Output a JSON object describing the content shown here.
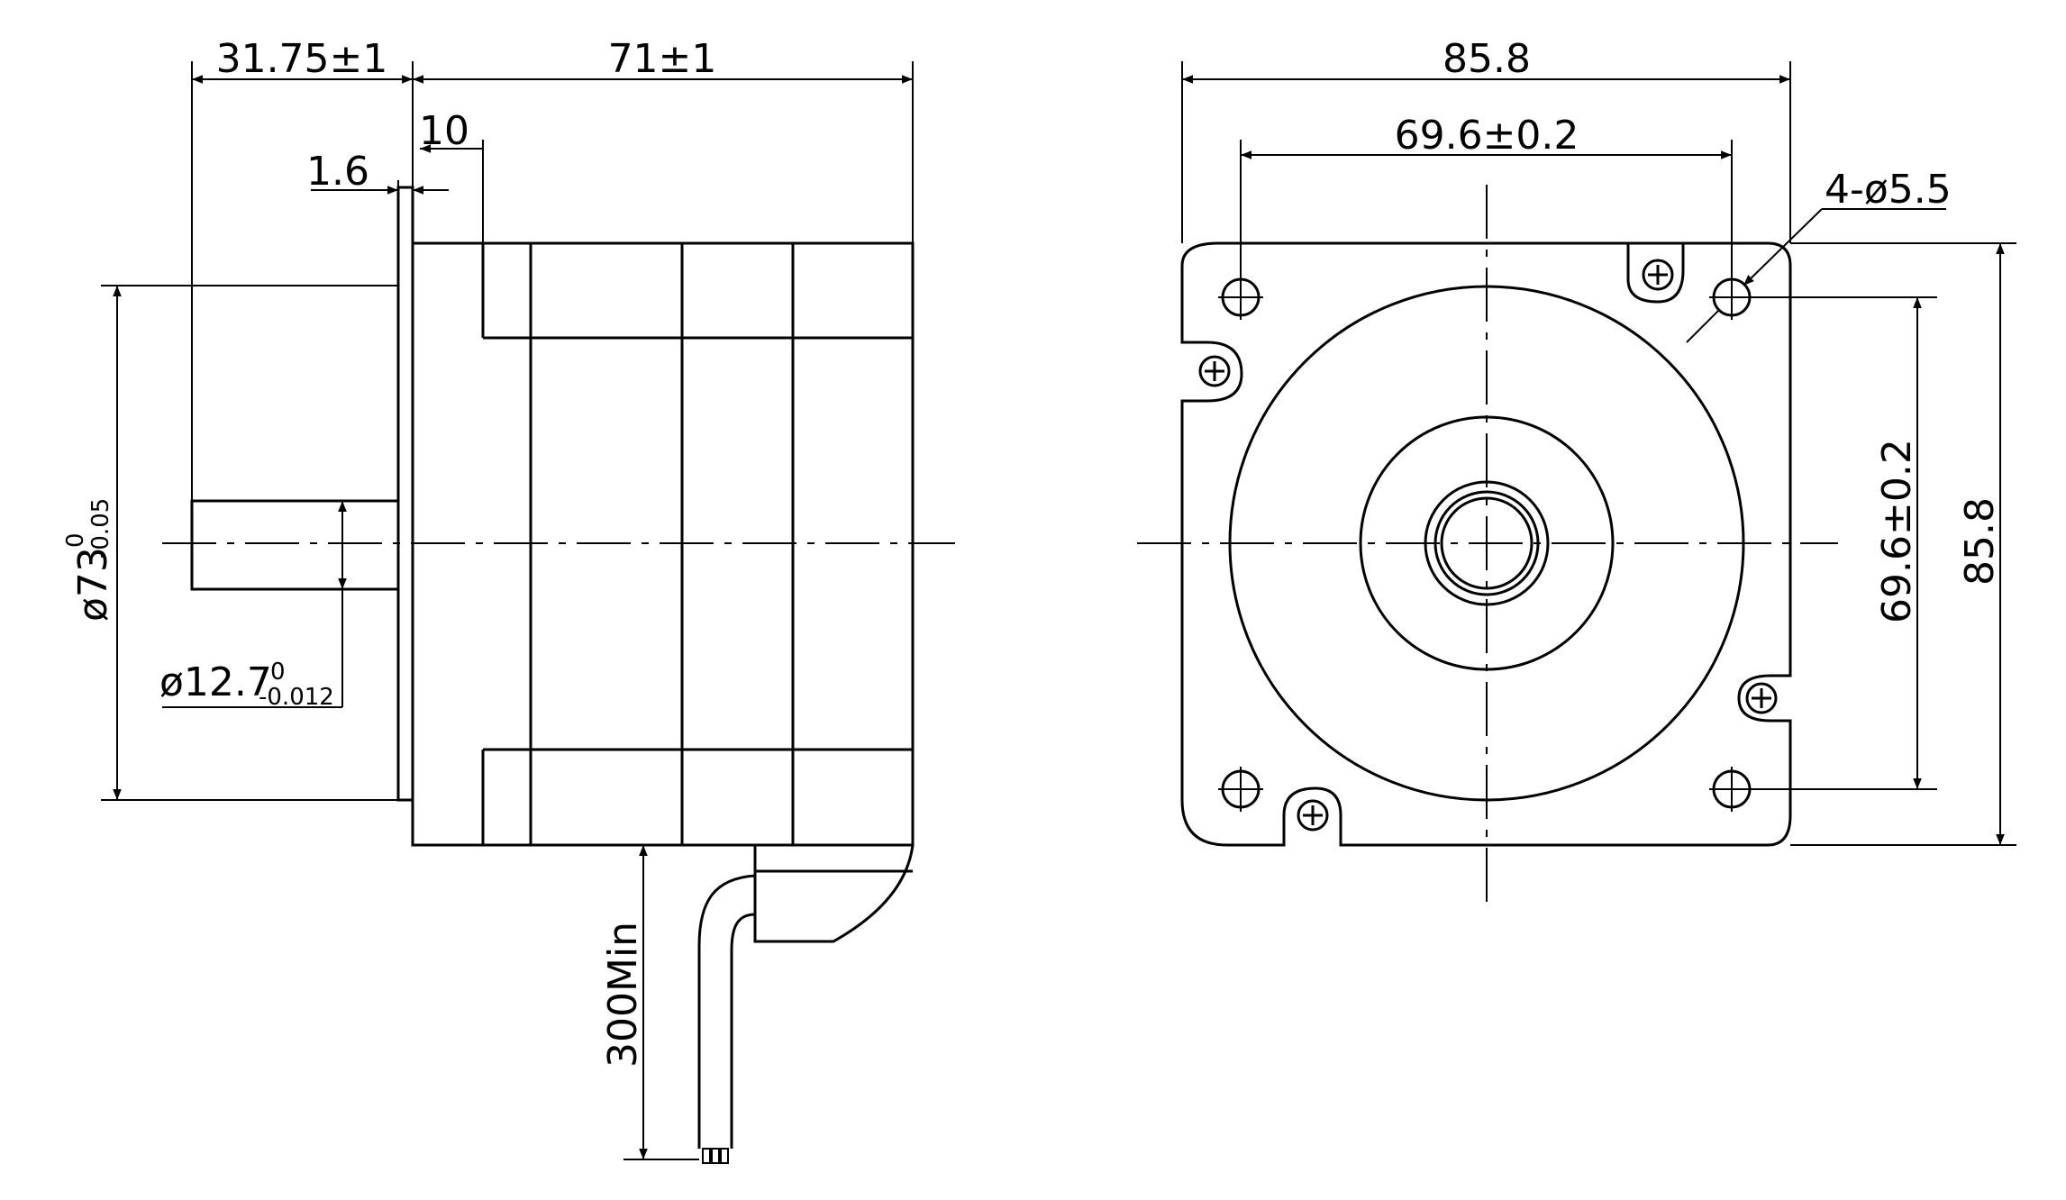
{
  "side_view": {
    "dims": {
      "shaft_length": "31.75±1",
      "body_length": "71±1",
      "flange": "10",
      "boss": "1.6",
      "cable": "300Min"
    },
    "pilot_dia": {
      "main": "ø73",
      "tol_upper": "0",
      "tol_lower": "-0.05"
    },
    "shaft_dia": {
      "main": "ø12.7",
      "tol_upper": "0",
      "tol_lower": "-0.012"
    }
  },
  "front_view": {
    "dims": {
      "width": "85.8",
      "hole_spacing_h": "69.6±0.2",
      "holes": "4-ø5.5",
      "hole_spacing_v": "69.6±0.2",
      "height": "85.8"
    }
  }
}
